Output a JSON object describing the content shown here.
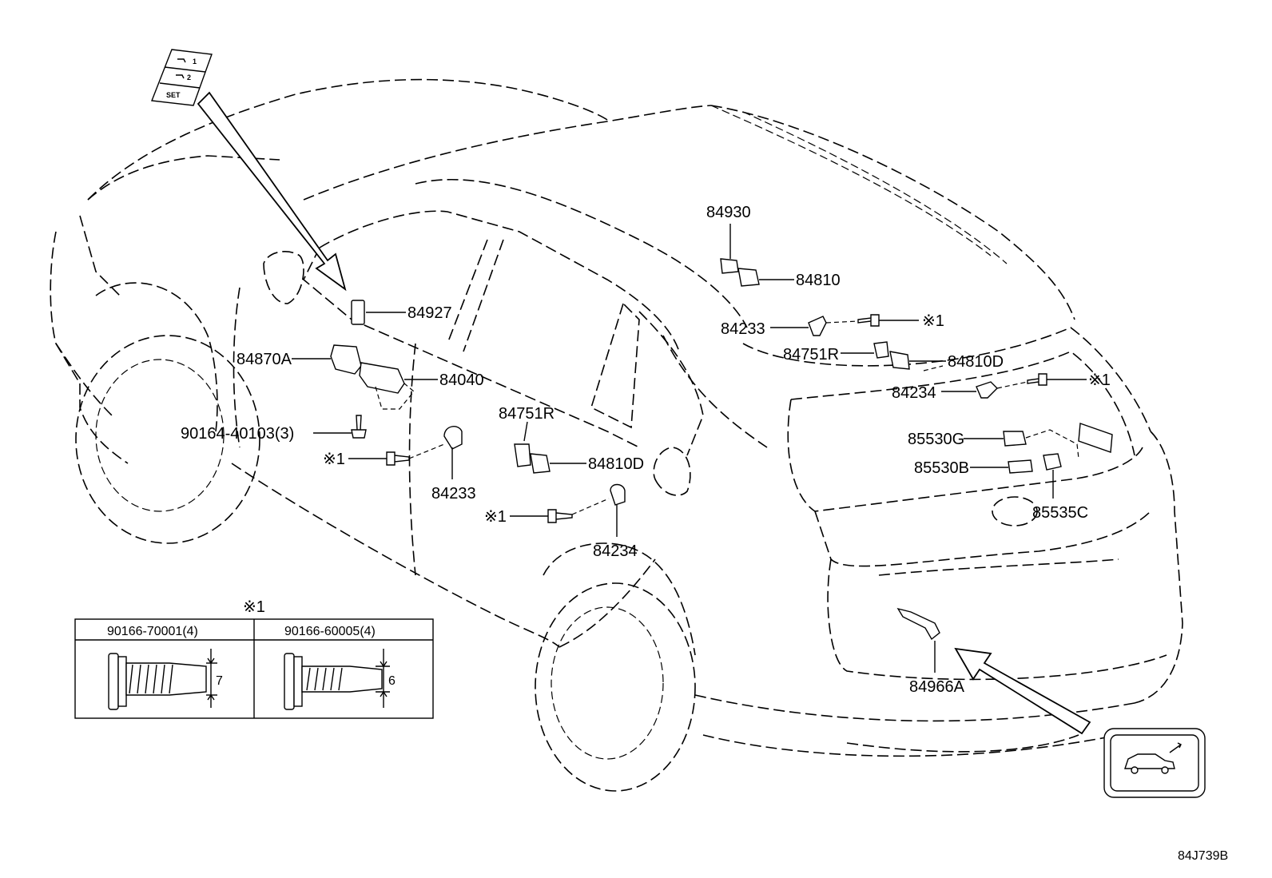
{
  "diagram_id": "84J739B",
  "note_marker": "※1",
  "switch_panel": {
    "label_1": "1",
    "label_2": "2",
    "set_label": "SET"
  },
  "parts": {
    "p84927": "84927",
    "p84870A": "84870A",
    "p84040": "84040",
    "p90164": "90164-40103(3)",
    "p84233_door": "84233",
    "p84751R_door": "84751R",
    "p84810D_door": "84810D",
    "p84234_door": "84234",
    "p84930": "84930",
    "p84810": "84810",
    "p84233_gate": "84233",
    "p84751R_gate": "84751R",
    "p84810D_gate": "84810D",
    "p84234_gate": "84234",
    "p85530G": "85530G",
    "p85530B": "85530B",
    "p85535C": "85535C",
    "p84966A": "84966A"
  },
  "note_table": {
    "title": "※1",
    "col1_header": "90166-70001(4)",
    "col2_header": "90166-60005(4)",
    "col1_dim": "7",
    "col2_dim": "6"
  }
}
